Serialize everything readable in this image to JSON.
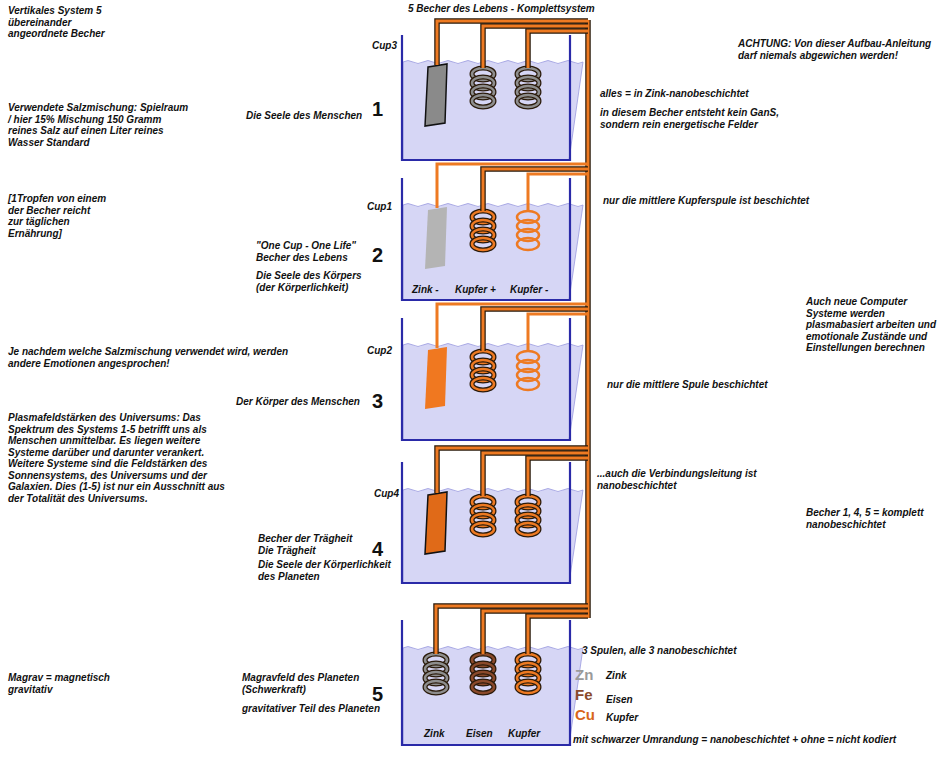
{
  "diagram": {
    "title": "5 Becher des Lebens - Komplettsystem",
    "labels": [
      "Vertikales System 5 übereinander angeordnete Becher",
      "Verwendete Salzmischung: Spielraum / hier 15% Mischung 150 Gramm reines Salz auf einen Liter reines Wasser Standard",
      "[1Tropfen von einem der Becher reicht zur täglichen Ernährung]",
      "Je nachdem welche Salzmischung verwendet wird, werden andere Emotionen angesprochen!",
      "Plasmafeldstärken des Universums: Das Spektrum des Systems 1-5 betrifft uns als Menschen unmittelbar. Es liegen weitere Systeme darüber und darunter verankert. Weitere Systeme sind die Feldstärken des Sonnensystems, des Universums und der Galaxien. Dies (1-5) ist nur ein Ausschnitt aus der Totalität des Universums.",
      "Magrav = magnetisch gravitativ",
      "Cup3",
      "Die Seele des Menschen",
      "1",
      "Cup1",
      "\"One Cup - One Life\" Becher des Lebens",
      "Die Seele des Körpers (der Körperlichkeit)",
      "2",
      "Zink -",
      "Kupfer +",
      "Kupfer -",
      "Cup2",
      "Der Körper des Menschen",
      "3",
      "Cup4",
      "Becher der Trägheit Die Trägheit",
      "Die Seele der Körperlichkeit des Planeten",
      "4",
      "Magravfeld des Planeten (Schwerkraft)",
      "gravitativer Teil des Planeten",
      "5",
      "Zink",
      "Eisen",
      "Kupfer",
      "ACHTUNG: Von dieser Aufbau-Anleitung darf niemals abgewichen werden!",
      "alles = in Zink-nanobeschichtet",
      "in diesem Becher entsteht kein GanS, sondern rein energetische Felder",
      "nur die mittlere Kupferspule ist beschichtet",
      "Auch neue Computer Systeme werden plasmabasiert arbeiten und emotionale Zustände und Einstellungen berechnen",
      "nur die mittlere Spule beschichtet",
      "...auch die Verbindungsleitung ist nanobeschichtet",
      "Becher 1, 4, 5 = komplett nanobeschichtet",
      "3 Spulen, alle 3 nanobeschichtet",
      "Zn",
      "Zink",
      "Fe",
      "Eisen",
      "Cu",
      "Kupfer",
      "mit schwarzer Umrandung = nanobeschichtet + ohne = nicht kodiert"
    ]
  }
}
